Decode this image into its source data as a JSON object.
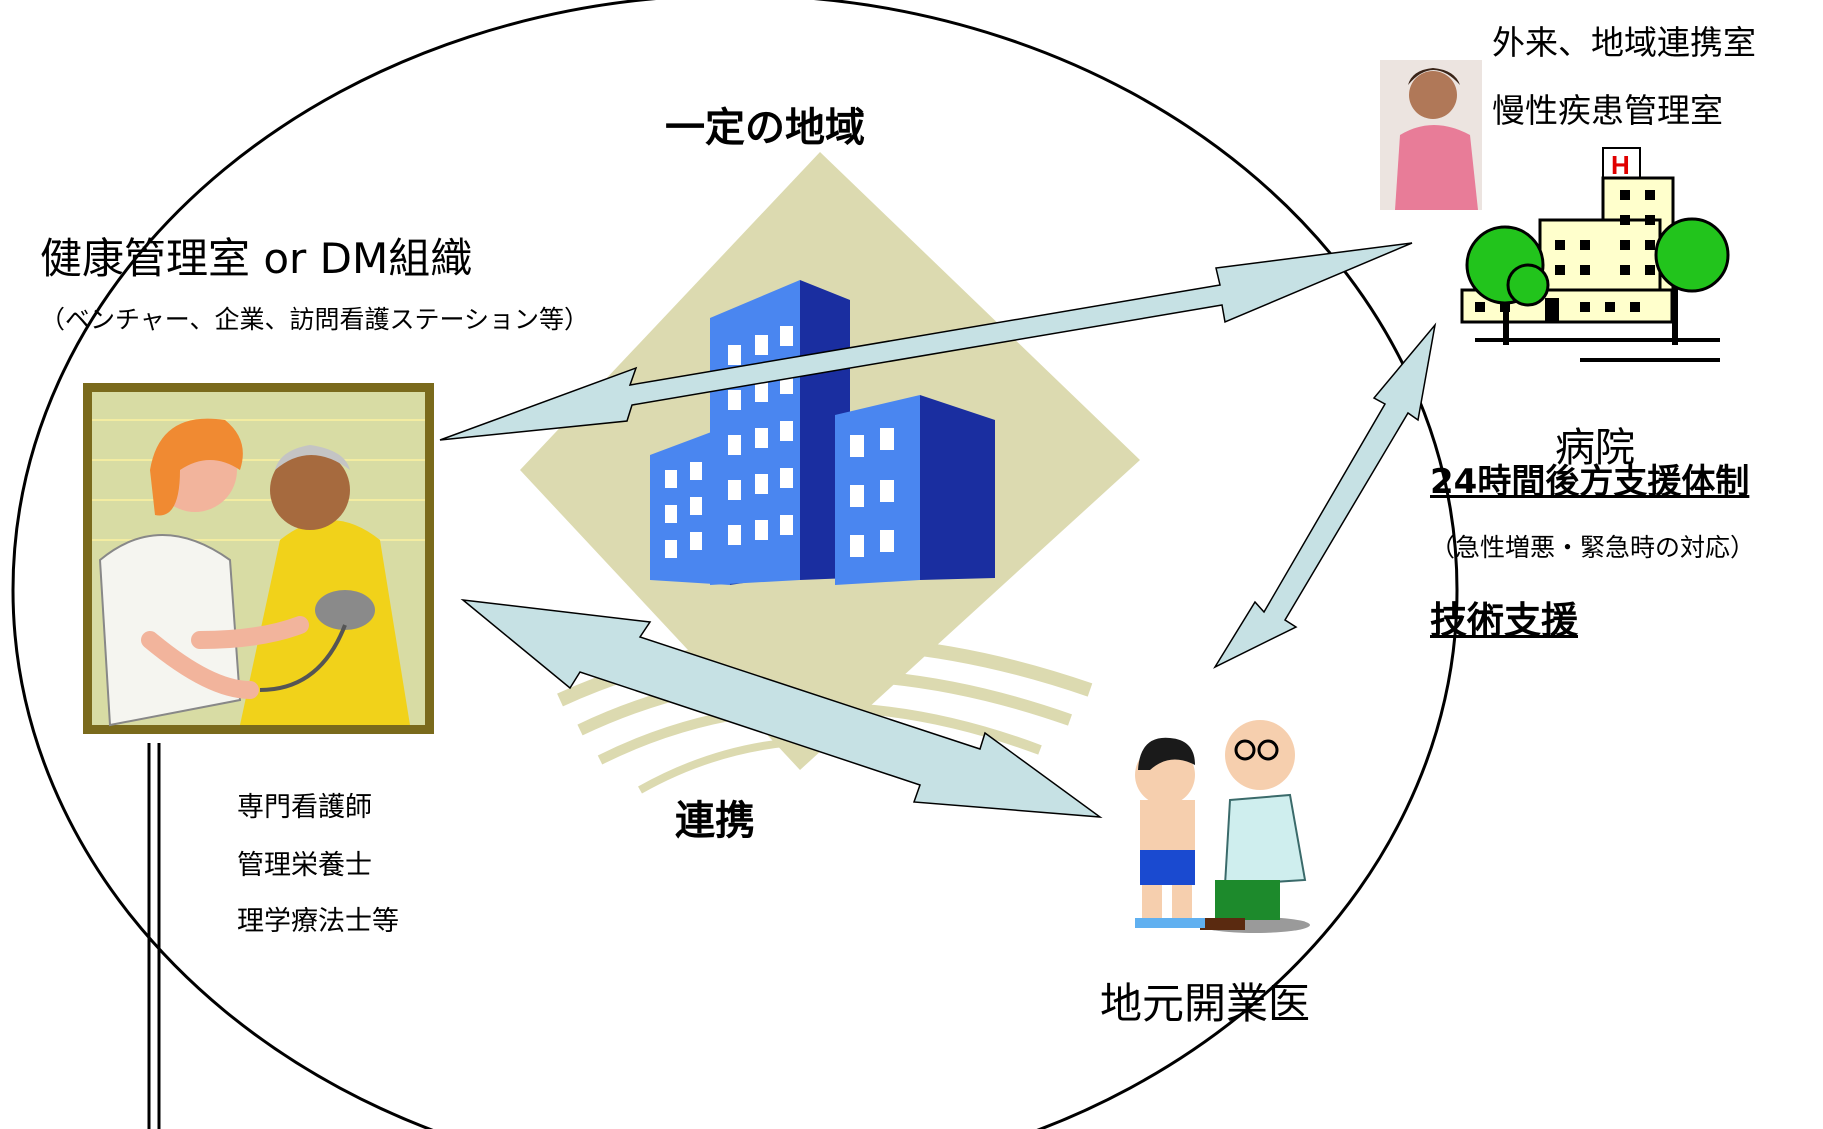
{
  "diagram": {
    "region_label": "一定の地域",
    "health_org": {
      "title": "健康管理室 or DM組織",
      "subtitle": "（ベンチャー、企業、訪問看護ステーション等）",
      "staff": [
        "専門看護師",
        "管理栄養士",
        "理学療法士等"
      ]
    },
    "link_label": "連携",
    "local_doctor_label": "地元開業医",
    "hospital": {
      "departments": [
        "外来、地域連携室",
        "慢性疾患管理室"
      ],
      "label": "病院",
      "support_24h": "24時間後方支援体制",
      "emergency_note": "（急性増悪・緊急時の対応）",
      "tech_support": "技術支援"
    },
    "colors": {
      "arrow_fill": "#c6e1e4",
      "building_blue": "#3f7fe8",
      "background_diamond": "#dcdab0",
      "tree_green": "#22c41c"
    },
    "icons": [
      "nurse-patient-clipart-icon",
      "office-buildings-icon",
      "hospital-building-icon",
      "nurse-photo-icon",
      "doctor-child-clipart-icon"
    ]
  }
}
